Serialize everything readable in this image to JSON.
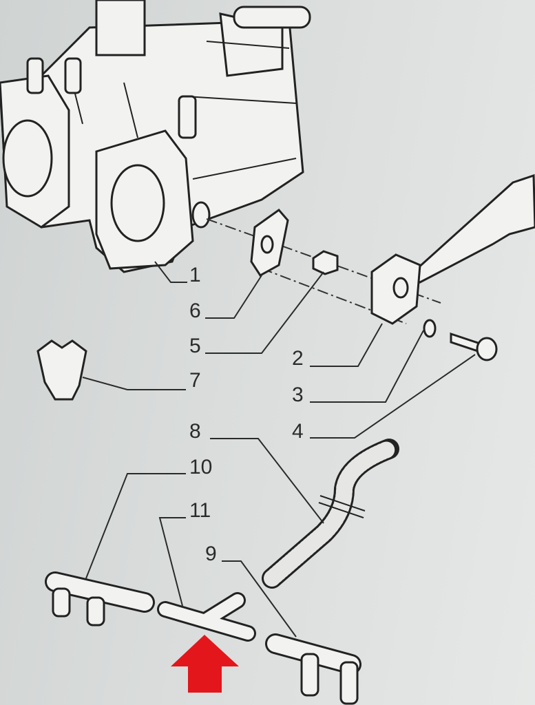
{
  "diagram": {
    "labels": {
      "p1": "1",
      "p2": "2",
      "p3": "3",
      "p4": "4",
      "p5": "5",
      "p6": "6",
      "p7": "7",
      "p8": "8",
      "p9": "9",
      "p10": "10",
      "p11": "11"
    },
    "colors": {
      "arrow": "#e3161b",
      "line": "#2a2a2a",
      "background": "#dadddc"
    },
    "highlighted_part": "11"
  }
}
